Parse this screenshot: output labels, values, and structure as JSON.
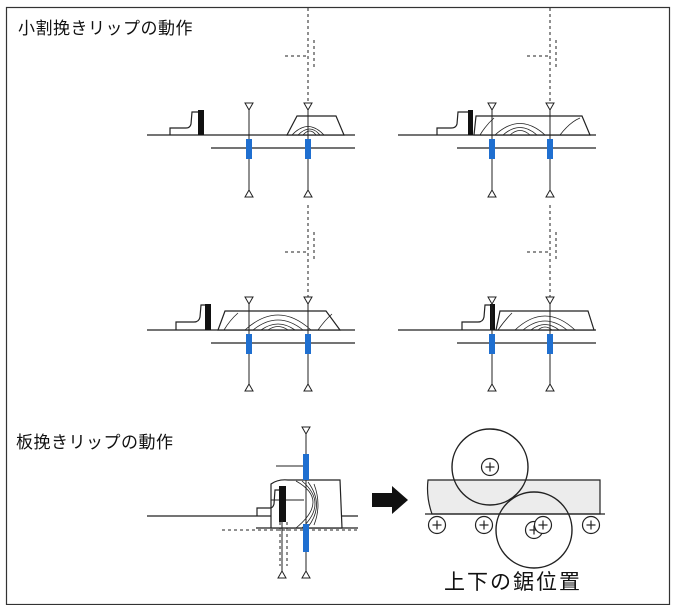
{
  "titles": {
    "small_split": "小割挽きリップの動作",
    "board_rip": "板挽きリップの動作",
    "saw_position": "上下の鋸位置"
  },
  "colors": {
    "saw_blue": "#1f6fd0",
    "stroke": "#222222",
    "pusher": "#111111",
    "board_fill": "#ececec"
  },
  "icons": {
    "direction_arrow": "right-arrow-icon",
    "roller": "plus-circle-icon"
  }
}
